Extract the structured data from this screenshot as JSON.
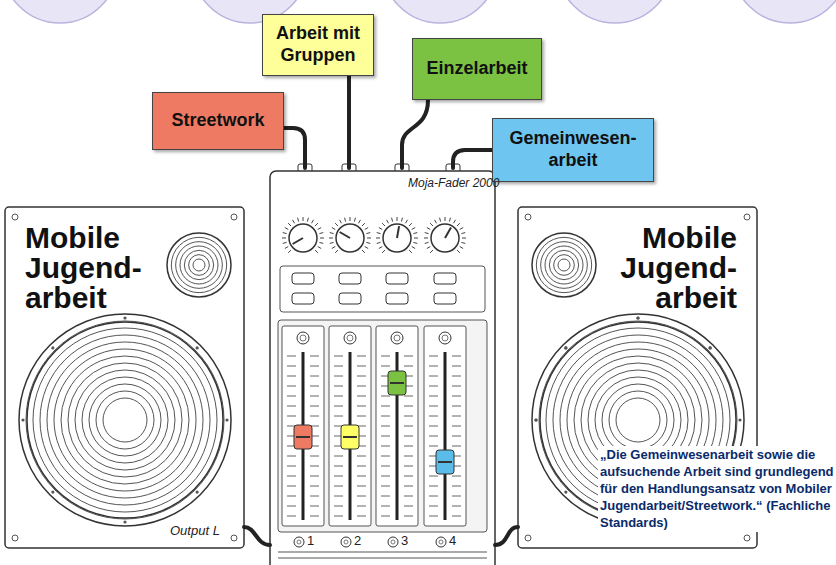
{
  "diagram": {
    "nodes": [
      {
        "text": [
          "Streetwork"
        ]
      },
      {
        "text": [
          "Arbeit mit Gruppen"
        ]
      },
      {
        "text": [
          "Einzelarbeit"
        ]
      },
      {
        "text": [
          "Gemeinwesen- arbeit"
        ]
      },
      {
        "text": [
          "Moja-Fader 2000",
          "1",
          "2",
          "3",
          "4"
        ]
      },
      {
        "text": [
          "Mobile Jugend- arbeit",
          "Output L"
        ]
      },
      {
        "text": [
          "Mobile Jugend- arbeit"
        ]
      }
    ],
    "edges": [
      {
        "from": 0,
        "to": 4,
        "arrow": "none"
      },
      {
        "from": 1,
        "to": 4,
        "arrow": "none"
      },
      {
        "from": 2,
        "to": 4,
        "arrow": "none"
      },
      {
        "from": 3,
        "to": 4,
        "arrow": "none"
      },
      {
        "from": 4,
        "to": 5,
        "arrow": "none"
      },
      {
        "from": 4,
        "to": 6,
        "arrow": "none"
      }
    ],
    "labels": [
      "„Die Gemeinwesenarbeit sowie die aufsuchende Arbeit sind grundlegend für den Handlungsansatz von Mobiler Jugendarbeit/Streetwork.“ (Fachliche Standards)"
    ]
  }
}
